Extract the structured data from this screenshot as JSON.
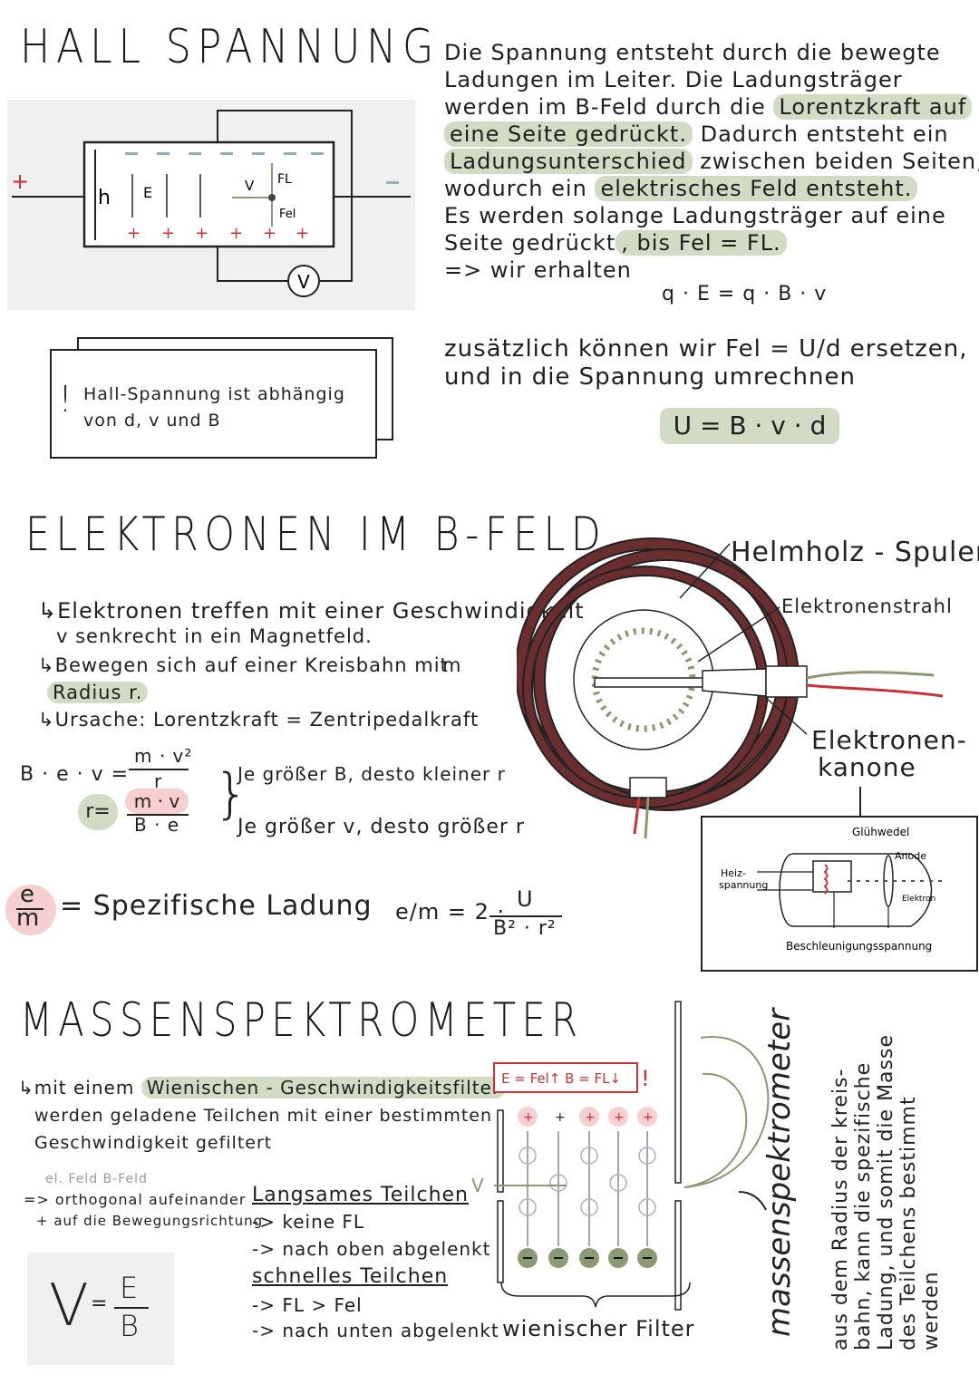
{
  "sections": {
    "hall": {
      "title": "HALL SPANNUNG",
      "diagram": {
        "h": "h",
        "e": "E",
        "v": "V",
        "fl": "FL",
        "fel": "Fel",
        "meter": "V",
        "plus": "+",
        "minus": "-"
      },
      "text_lines": [
        "Die Spannung entsteht durch die bewegte",
        "Ladungen im Leiter. Die Ladungsträger",
        "werden im B-Feld durch die",
        "Lorentzkraft auf",
        "eine Seite gedrückt.",
        "Dadurch entsteht ein",
        "Ladungsunterschied",
        "zwischen beiden Seiten,",
        "wodurch ein",
        "elektrisches Feld entsteht.",
        "Es werden solange Ladungsträger auf eine",
        "Seite gedrückt",
        ", bis Fel = FL.",
        "=> wir erhalten"
      ],
      "formula1": "q · E = q · B · v",
      "text2_lines": [
        "zusätzlich können wir Fel = U/d ersetzen,",
        "und in die Spannung umrechnen"
      ],
      "formula2": "U = B · v · d",
      "note_mark": "!",
      "note": [
        "Hall-Spannung ist abhängig",
        "von d, v und B"
      ]
    },
    "electrons": {
      "title": "ELEKTRONEN IM B-FELD",
      "bullets": [
        "Elektronen treffen mit einer Geschwindigkeit",
        "v senkrecht in ein Magnetfeld.",
        "Bewegen sich auf einer Kreisbahn mit",
        "m",
        "Radius r.",
        "Ursache: Lorentzkraft = Zentripedalkraft"
      ],
      "eq1_left": "B · e · v =",
      "eq1_num": "m · v²",
      "eq1_den": "r",
      "eq2_left": "r",
      "eq2_num": "m · v",
      "eq2_den": "B · e",
      "rules": [
        "Je größer B, desto kleiner r",
        "Je größer v, desto größer r"
      ],
      "spec_symbol_num": "e",
      "spec_symbol_den": "m",
      "spec_label": "= Spezifische Ladung",
      "spec_formula_left": "e/m = 2 ·",
      "spec_formula_num": "U",
      "spec_formula_den": "B² · r²",
      "labels": {
        "helmholtz": "Helmholz - Spulen",
        "strahl": "Elektronenstrahl",
        "kanone": "Elektronen-",
        "kanone2": "kanone"
      },
      "gun": {
        "gluehwedel": "Glühwedel",
        "anode": "Anode",
        "heiz": "Heiz-",
        "heiz2": "spannung",
        "elektron": "Elektron",
        "beschl": "Beschleunigungsspannung"
      }
    },
    "mass": {
      "title": "MASSENSPEKTROMETER",
      "intro": [
        "mit einem",
        "Wienischen - Geschwindigkeitsfilter",
        "werden geladene Teilchen mit einer bestimmten",
        "Geschwindigkeit gefiltert"
      ],
      "fields_head": "el. Feld B-Feld",
      "fields": [
        "=> orthogonal aufeinander",
        "+ auf die Bewegungsrichtung"
      ],
      "formula_v": "V",
      "formula_num": "E",
      "formula_den": "B",
      "slow_title": "Langsames Teilchen",
      "slow": [
        "-> keine FL",
        "-> nach oben abgelenkt"
      ],
      "fast_title": "schnelles Teilchen",
      "fast": [
        "-> FL > Fel",
        "-> nach unten abgelenkt"
      ],
      "filter_box": "E = Fel↑ B = FL↓",
      "filter_mark": "!",
      "filter_label": "wienischer Filter",
      "v_label": "V",
      "vertical_title": "massenspektrometer",
      "vertical_text": [
        "aus dem Radius der kreis-",
        "bahn, kann die spezifische",
        "Ladung, und somit die Masse",
        "des Teilchens bestimmt",
        "werden"
      ]
    }
  },
  "colors": {
    "green": "#d2dcc4",
    "pink": "#f6cfd0",
    "red": "#c8323a",
    "olive": "#8a9a72",
    "coil": "#6b2e2e",
    "grey_panel": "#f0f0f0"
  }
}
